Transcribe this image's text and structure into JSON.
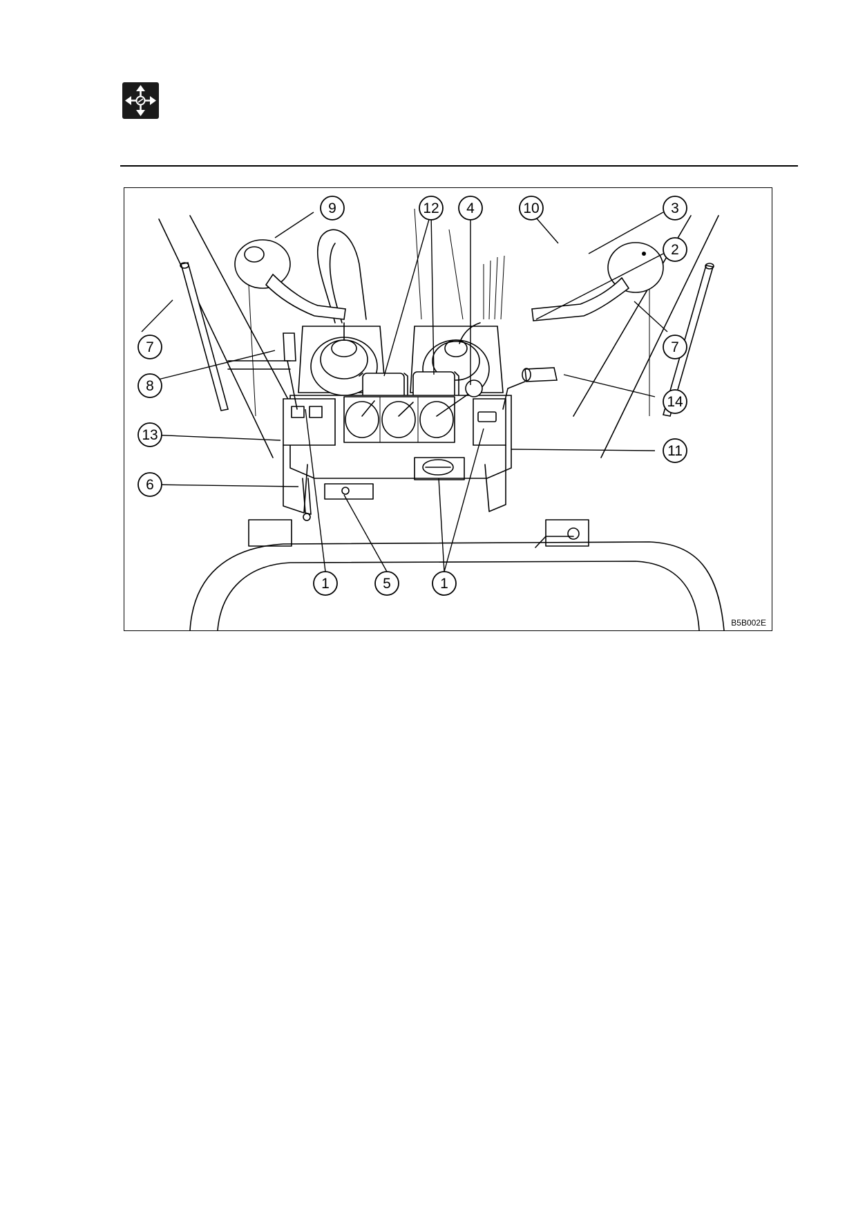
{
  "header": {
    "icon": "four-way-arrows-icon"
  },
  "figure": {
    "code": "B5B002E",
    "callouts": [
      {
        "label": "9"
      },
      {
        "label": "12"
      },
      {
        "label": "4"
      },
      {
        "label": "10"
      },
      {
        "label": "3"
      },
      {
        "label": "2"
      },
      {
        "label": "7"
      },
      {
        "label": "7"
      },
      {
        "label": "8"
      },
      {
        "label": "14"
      },
      {
        "label": "13"
      },
      {
        "label": "11"
      },
      {
        "label": "6"
      },
      {
        "label": "1"
      },
      {
        "label": "5"
      },
      {
        "label": "1"
      }
    ]
  }
}
